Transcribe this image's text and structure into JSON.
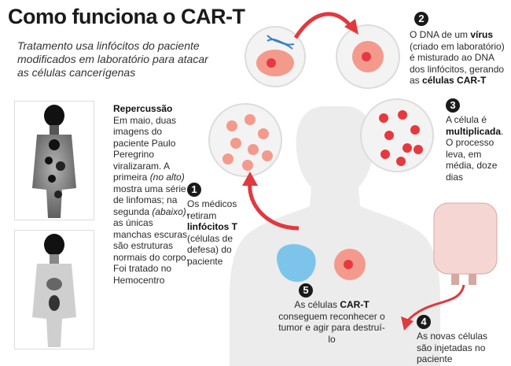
{
  "title": "Como funciona o CAR-T",
  "subtitle": "Tratamento usa linfócitos do paciente modificados em laboratório para atacar as células cancerígenas",
  "repercussao": {
    "heading": "Repercussão",
    "p1": "Em maio, duas imagens do paciente Paulo Peregrino viralizaram. A primeira ",
    "p1_italic": "(no alto)",
    "p2": " mostra uma série de linfomas; na segunda ",
    "p2_italic": "(abaixo)",
    "p3": ", as únicas manchas escuras são estruturas normais do corpo. Foi tratado no Hemocentro"
  },
  "steps": [
    {
      "number": "1",
      "pre": "Os médicos retiram ",
      "bold": "linfócitos T",
      "post": " (células de defesa) do paciente"
    },
    {
      "number": "2",
      "pre": "O DNA de um ",
      "bold": "vírus",
      "mid": " (criado em laboratório) é misturado ao DNA dos linfócitos, gerando as ",
      "bold2": "células CAR-T"
    },
    {
      "number": "3",
      "pre": "A célula é ",
      "bold": "multiplicada",
      "post": ". O processo leva, em média, doze dias"
    },
    {
      "number": "4",
      "text": "As novas células são injetadas no paciente"
    },
    {
      "number": "5",
      "pre": "As células ",
      "bold": "CAR-T",
      "post": " conseguem reconhecer o tumor e agir para destruí-lo"
    }
  ],
  "colors": {
    "silhouette": "#ececec",
    "arrow": "#e0393e",
    "cell": "#f39a8d",
    "cell_core": "#e6393f",
    "tumor": "#7cc4ea",
    "circle_bg": "#f3f3f3"
  }
}
